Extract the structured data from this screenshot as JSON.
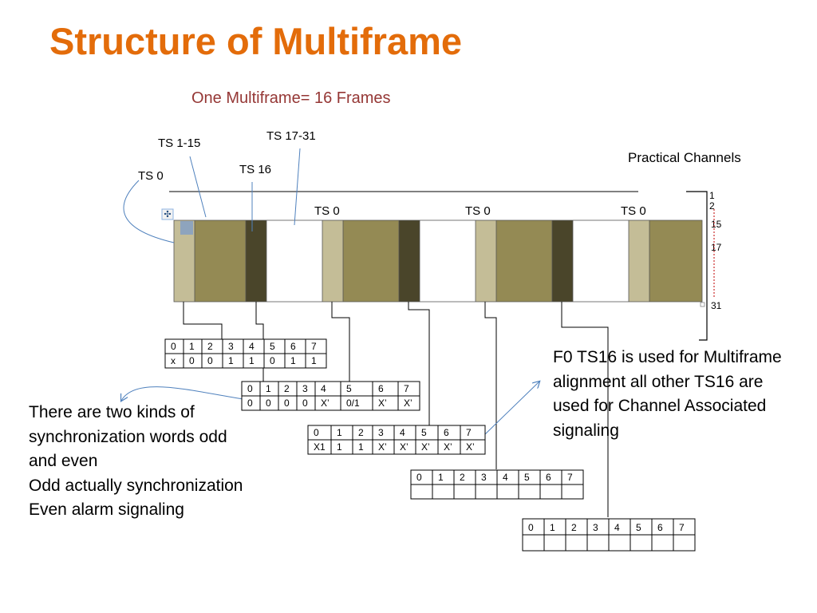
{
  "title": "Structure of Multiframe",
  "subtitle": "One Multiframe= 16 Frames",
  "labels": {
    "ts0": "TS 0",
    "ts1_15": "TS  1-15",
    "ts16": "TS 16",
    "ts17_31": "TS  17-31",
    "frame_ts0": "TS 0",
    "practical_channels": "Practical Channels"
  },
  "channel_numbers": [
    "1",
    "2",
    "15",
    "17",
    "31"
  ],
  "note_left": [
    "There are two kinds of",
    "synchronization words odd",
    "and even",
    "Odd actually synchronization",
    "Even alarm signaling"
  ],
  "note_right": [
    "F0 TS16 is used for Multiframe",
    "alignment all other TS16 are",
    "used for Channel Associated",
    "signaling"
  ],
  "colors": {
    "title": "#e36c0a",
    "subtitle": "#953735",
    "ts0_slot": "#c4bd97",
    "data_slot": "#948a54",
    "ts16_slot": "#4a452a",
    "empty_slot": "#ffffff",
    "arrow": "#4f81bd"
  },
  "tables": [
    {
      "header": [
        "0",
        "1",
        "2",
        "3",
        "4",
        "5",
        "6",
        "7"
      ],
      "values": [
        "x",
        "0",
        "0",
        "1",
        "1",
        "0",
        "1",
        "1"
      ]
    },
    {
      "header": [
        "0",
        "1",
        "2",
        "3",
        "4",
        "5",
        "6",
        "7"
      ],
      "values": [
        "0",
        "0",
        "0",
        "0",
        "X’",
        "0/1",
        "X’",
        "X’"
      ]
    },
    {
      "header": [
        "0",
        "1",
        "2",
        "3",
        "4",
        "5",
        "6",
        "7"
      ],
      "values": [
        "X1",
        "1",
        "1",
        "X’",
        "X’",
        "X’",
        "X’",
        "X’"
      ]
    },
    {
      "header": [
        "0",
        "1",
        "2",
        "3",
        "4",
        "5",
        "6",
        "7"
      ],
      "values": [
        "",
        "",
        "",
        "",
        "",
        "",
        "",
        ""
      ]
    },
    {
      "header": [
        "0",
        "1",
        "2",
        "3",
        "4",
        "5",
        "6",
        "7"
      ],
      "values": [
        "",
        "",
        "",
        "",
        "",
        "",
        "",
        ""
      ]
    }
  ]
}
